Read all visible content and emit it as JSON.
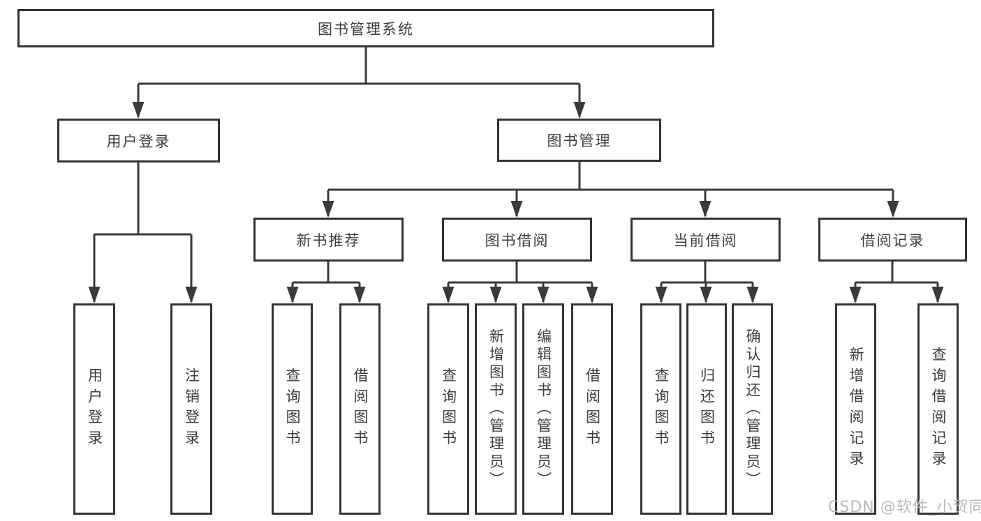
{
  "diagram": {
    "root": {
      "label": "图书管理系统"
    },
    "branches": [
      {
        "label": "用户登录",
        "children": [
          {
            "label": "用户登录"
          },
          {
            "label": "注销登录"
          }
        ]
      },
      {
        "label": "图书管理",
        "children": [
          {
            "label": "新书推荐",
            "children": [
              {
                "label": "查询图书"
              },
              {
                "label": "借阅图书"
              }
            ]
          },
          {
            "label": "图书借阅",
            "children": [
              {
                "label": "查询图书"
              },
              {
                "label": "新增图书（管理员）"
              },
              {
                "label": "编辑图书（管理员）"
              },
              {
                "label": "借阅图书"
              }
            ]
          },
          {
            "label": "当前借阅",
            "children": [
              {
                "label": "查询图书"
              },
              {
                "label": "归还图书"
              },
              {
                "label": "确认归还（管理员）"
              }
            ]
          },
          {
            "label": "借阅记录",
            "children": [
              {
                "label": "新增借阅记录"
              },
              {
                "label": "查询借阅记录"
              }
            ]
          }
        ]
      }
    ]
  },
  "watermark": {
    "text": "CSDN @软件_小贺同学"
  },
  "colors": {
    "background": "#ffffff",
    "box_border": "#333333",
    "line": "#3a3a3a",
    "text": "#3d3d3d",
    "watermark": "#b9b9bd"
  }
}
